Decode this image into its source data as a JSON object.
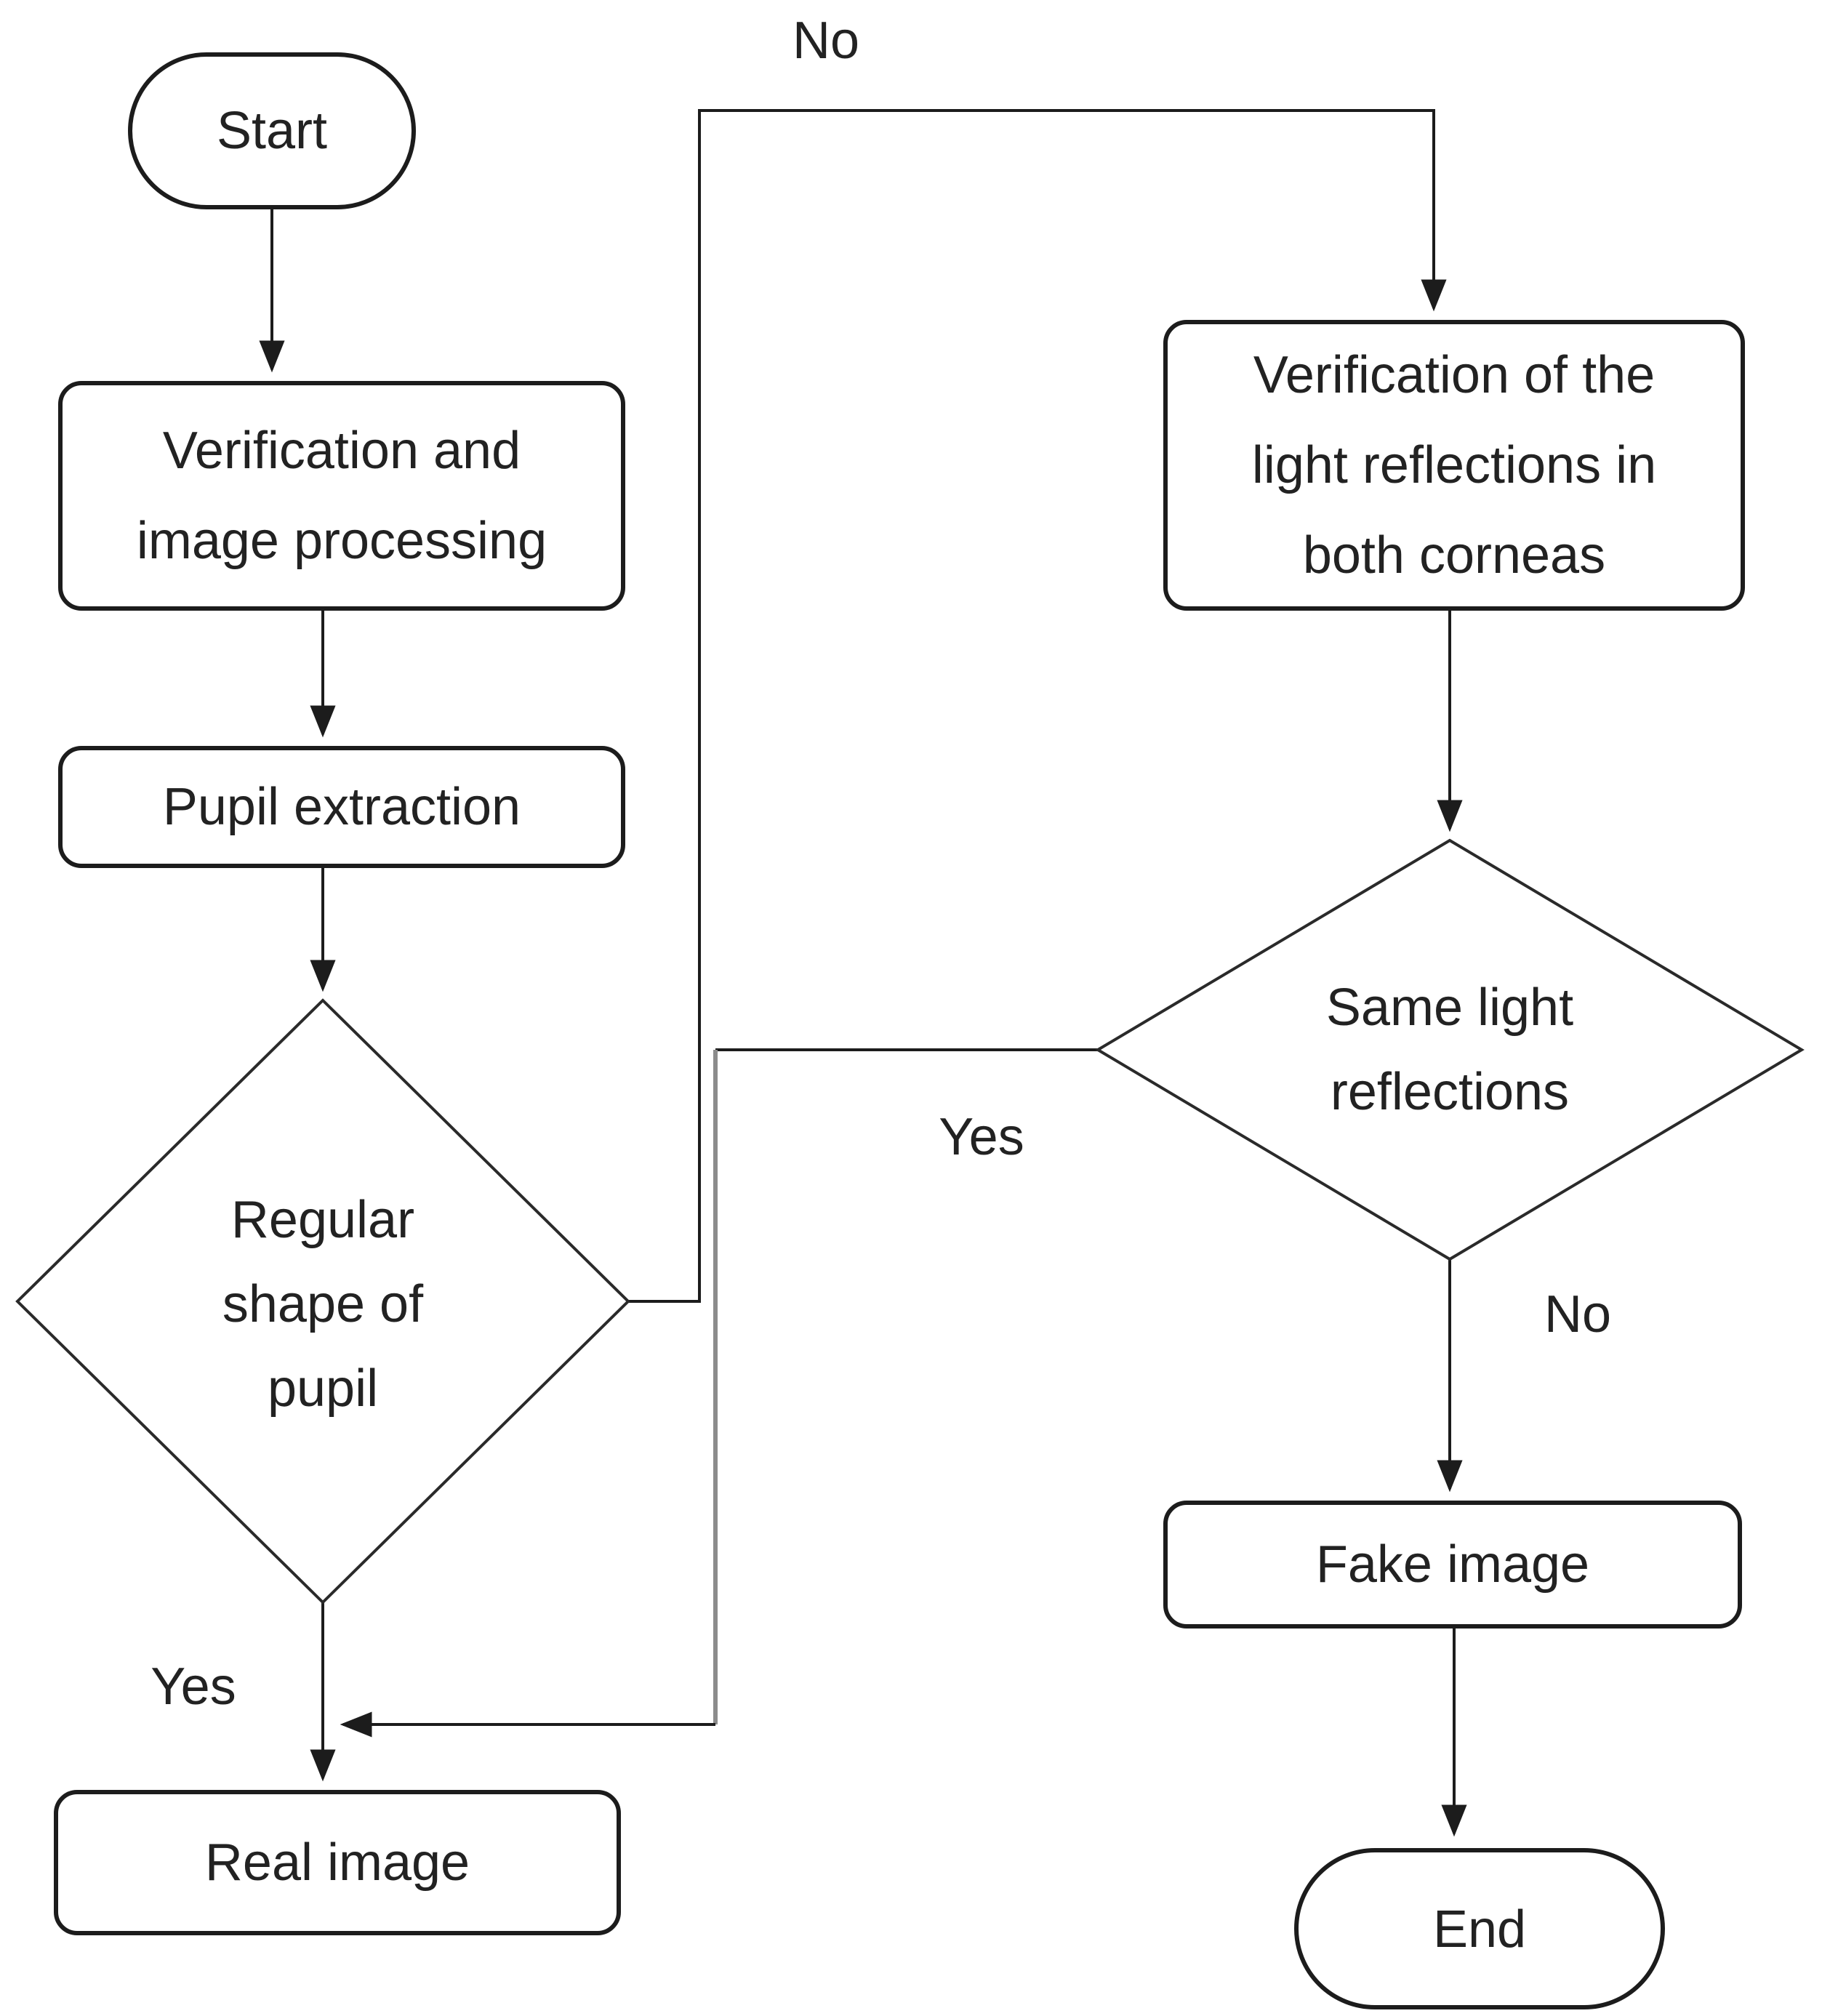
{
  "diagram": {
    "type": "flowchart",
    "nodes": {
      "start": {
        "shape": "terminator",
        "label": "Start"
      },
      "verify_processing": {
        "shape": "process",
        "label": "Verification and\nimage processing"
      },
      "pupil_extraction": {
        "shape": "process",
        "label": "Pupil extraction"
      },
      "regular_shape": {
        "shape": "decision",
        "label": "Regular\nshape of\npupil"
      },
      "real_image": {
        "shape": "process",
        "label": "Real image"
      },
      "verify_reflections": {
        "shape": "process",
        "label": "Verification of the\nlight reflections in\nboth corneas"
      },
      "same_reflections": {
        "shape": "decision",
        "label": "Same light\nreflections"
      },
      "fake_image": {
        "shape": "process",
        "label": "Fake image"
      },
      "end": {
        "shape": "terminator",
        "label": "End"
      }
    },
    "edge_labels": {
      "no_top": "No",
      "yes_left": "Yes",
      "yes_middle": "Yes",
      "no_right": "No"
    },
    "edges": [
      {
        "from": "start",
        "to": "verify_processing",
        "label": ""
      },
      {
        "from": "verify_processing",
        "to": "pupil_extraction",
        "label": ""
      },
      {
        "from": "pupil_extraction",
        "to": "regular_shape",
        "label": ""
      },
      {
        "from": "regular_shape",
        "to": "verify_reflections",
        "label": "No"
      },
      {
        "from": "regular_shape",
        "to": "real_image",
        "label": "Yes"
      },
      {
        "from": "verify_reflections",
        "to": "same_reflections",
        "label": ""
      },
      {
        "from": "same_reflections",
        "to": "real_image",
        "label": "Yes"
      },
      {
        "from": "same_reflections",
        "to": "fake_image",
        "label": "No"
      },
      {
        "from": "fake_image",
        "to": "end",
        "label": ""
      }
    ],
    "colors": {
      "stroke": "#1c1c1c",
      "fill": "#ffffff",
      "text": "#222222",
      "gray_line": "#8c8c8c"
    }
  }
}
